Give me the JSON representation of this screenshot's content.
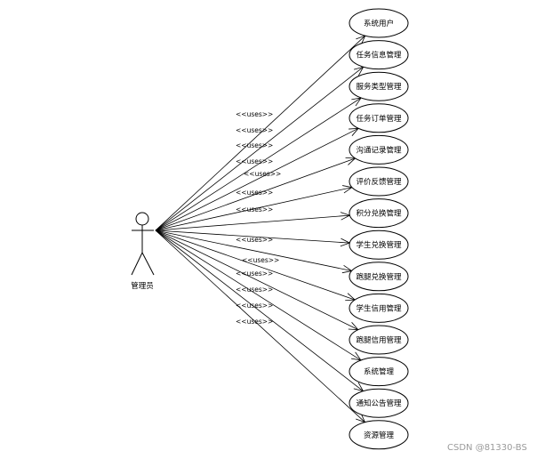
{
  "actor": {
    "label": "管理员"
  },
  "stereotype": "<<uses>>",
  "use_cases": [
    "系统用户",
    "任务信息管理",
    "服务类型管理",
    "任务订单管理",
    "沟通记录管理",
    "评价反馈管理",
    "积分兑换管理",
    "学生兑换管理",
    "跑腿兑换管理",
    "学生信用管理",
    "跑腿信用管理",
    "系统管理",
    "通知公告管理",
    "资源管理"
  ],
  "watermark": "CSDN @81330-BS"
}
